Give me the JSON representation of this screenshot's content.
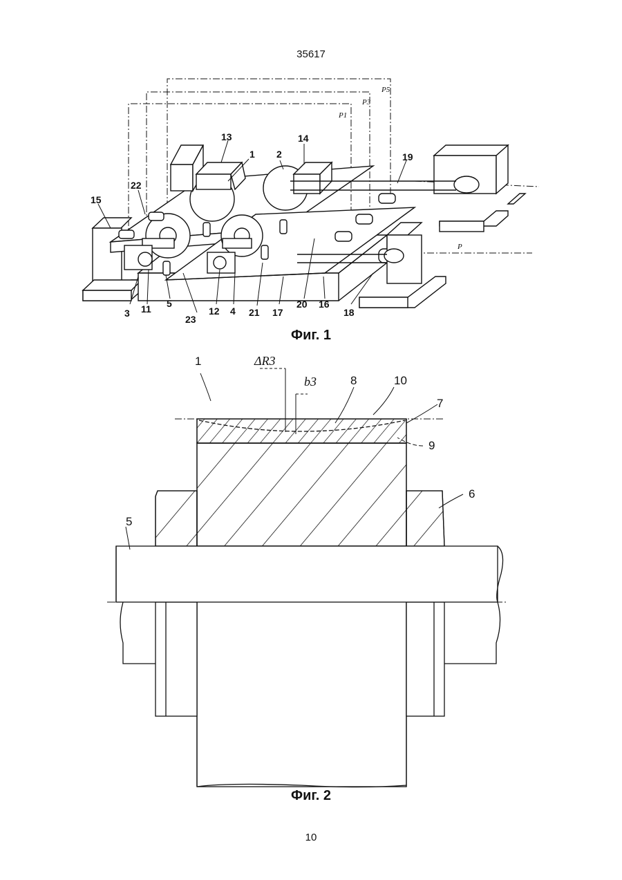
{
  "header": {
    "doc_number": "35617"
  },
  "footer": {
    "page_number": "10"
  },
  "figure1": {
    "caption": "Фиг. 1",
    "labels": {
      "l1": "1",
      "l2": "2",
      "l3": "3",
      "l4": "4",
      "l5": "5",
      "l11": "11",
      "l12": "12",
      "l13": "13",
      "l14": "14",
      "l15": "15",
      "l16": "16",
      "l17": "17",
      "l18": "18",
      "l19": "19",
      "l20": "20",
      "l21": "21",
      "l22": "22",
      "l23": "23",
      "p1": "P1",
      "p3": "P3",
      "p5": "P5",
      "p": "P"
    }
  },
  "figure2": {
    "caption": "Фиг. 2",
    "labels": {
      "l1": "1",
      "l5": "5",
      "l6": "6",
      "l7": "7",
      "l8": "8",
      "l9": "9",
      "l10": "10",
      "dr3": "ΔR3",
      "b3": "b3"
    }
  }
}
